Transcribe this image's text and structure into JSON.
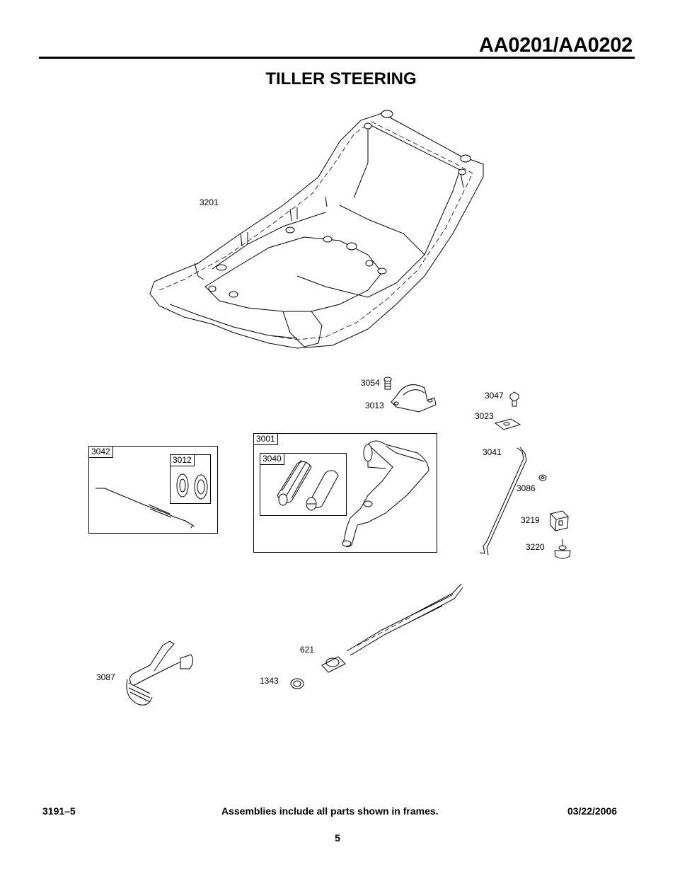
{
  "header": {
    "model_code": "AA0201/AA0202",
    "section_title": "TILLER STEERING"
  },
  "parts": {
    "p3201": "3201",
    "p3054": "3054",
    "p3013": "3013",
    "p3047": "3047",
    "p3023": "3023",
    "p3041": "3041",
    "p3086": "3086",
    "p3219": "3219",
    "p3220": "3220",
    "p621": "621",
    "p1343": "1343",
    "p3087": "3087"
  },
  "frames": {
    "f3042": "3042",
    "f3012": "3012",
    "f3001": "3001",
    "f3040": "3040"
  },
  "footer": {
    "doc_number": "3191–5",
    "note": "Assemblies include all parts shown in frames.",
    "date": "03/22/2006",
    "page_number": "5"
  }
}
